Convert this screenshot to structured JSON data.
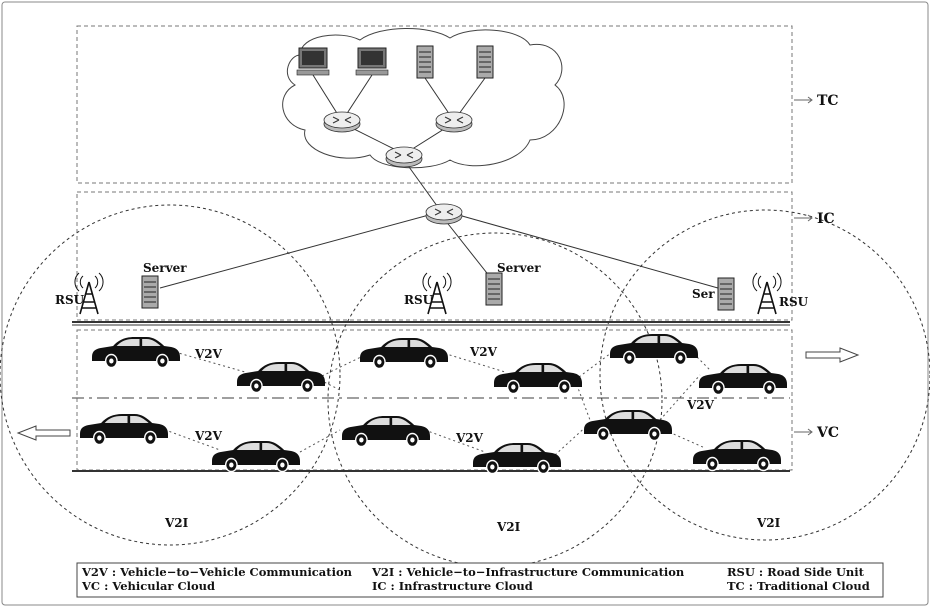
{
  "layers": {
    "tc": "TC",
    "ic": "IC",
    "vc": "VC"
  },
  "network": {
    "server_label": "Server",
    "server_label_short": "Ser",
    "rsu_label": "RSU"
  },
  "links": {
    "v2v": "V2V",
    "v2i": "V2I"
  },
  "legend": {
    "col1": [
      "V2V : Vehicle−to−Vehicle Communication",
      "VC : Vehicular Cloud"
    ],
    "col2": [
      "V2I : Vehicle−to−Infrastructure Communication",
      "IC : Infrastructure Cloud"
    ],
    "col3": [
      "RSU : Road Side Unit",
      "TC : Traditional Cloud"
    ]
  }
}
